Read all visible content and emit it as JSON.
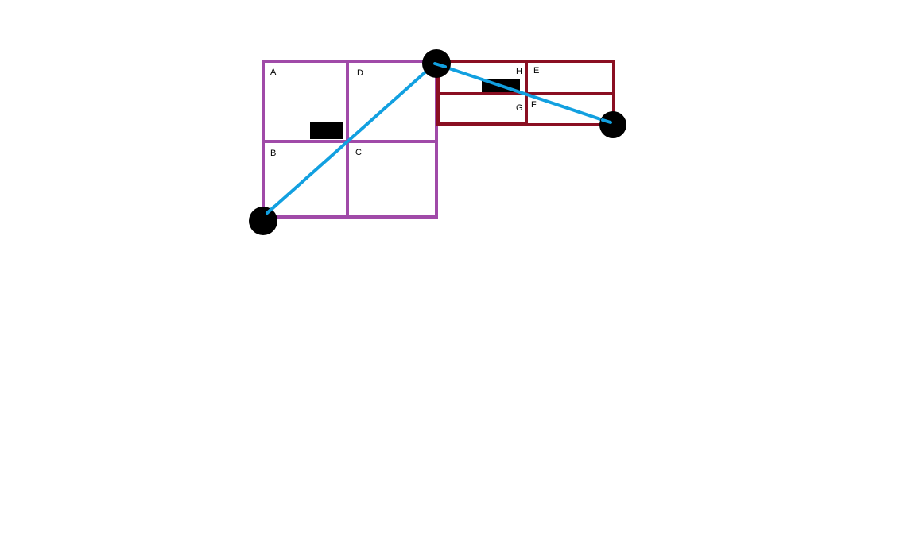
{
  "colors": {
    "background": "#ffffff",
    "left_grid": "#a04aa8",
    "right_grid": "#8a0f22",
    "line": "#12a0e0",
    "marker": "#000000"
  },
  "left_grid": {
    "cells": [
      {
        "id": "A",
        "label": "A"
      },
      {
        "id": "D",
        "label": "D"
      },
      {
        "id": "B",
        "label": "B"
      },
      {
        "id": "C",
        "label": "C"
      }
    ]
  },
  "right_grid": {
    "cells": [
      {
        "id": "H",
        "label": "H"
      },
      {
        "id": "E",
        "label": "E"
      },
      {
        "id": "G",
        "label": "G"
      },
      {
        "id": "F",
        "label": "F"
      }
    ]
  },
  "connections": [
    {
      "from": "B",
      "to": "D",
      "style": "straight-line"
    },
    {
      "from": "H",
      "to": "F",
      "style": "straight-line"
    }
  ]
}
